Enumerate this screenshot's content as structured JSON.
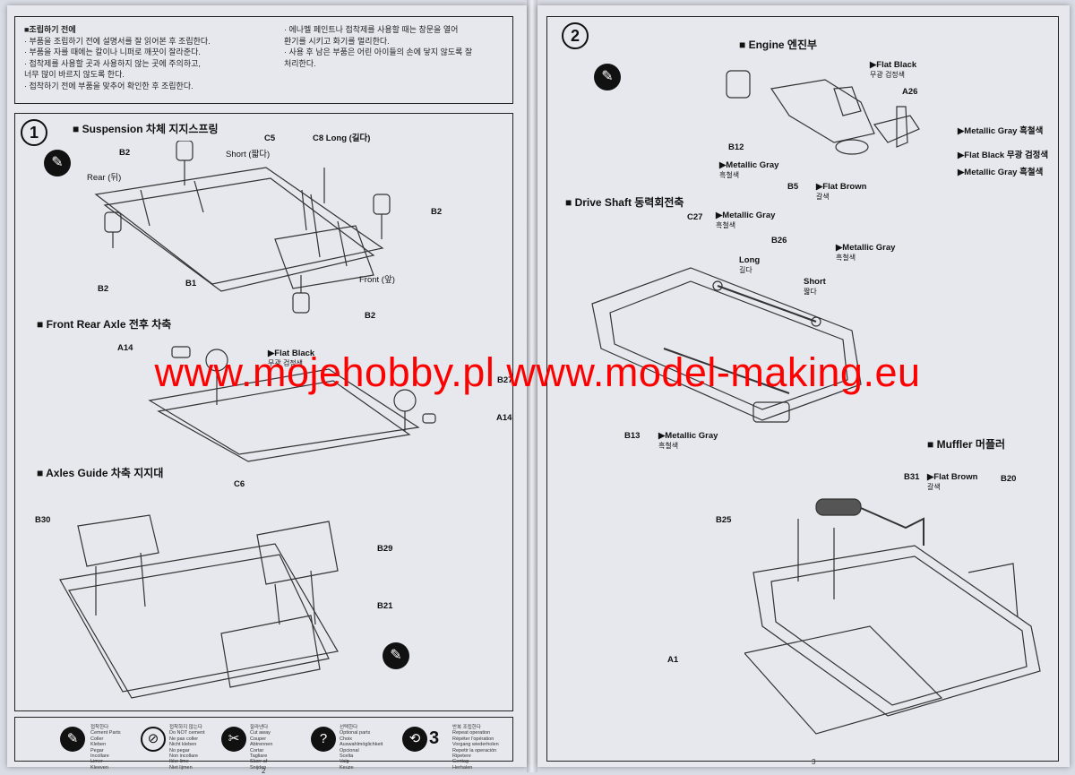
{
  "notes": {
    "heading": "■조립하기 전에",
    "left_lines": [
      "· 부품을 조립하기 전에 설명서를 잘 읽어본 후 조립한다.",
      "· 부품을 자를 때에는 칼이나 니퍼로 깨끗이 잘라준다.",
      "· 접착제를 사용할 곳과 사용하지 않는 곳에 주의하고,",
      "  너무 많이 바르지 않도록 한다.",
      "· 접착하기 전에 부품을 맞추어 확인한 후 조립한다."
    ],
    "right_lines": [
      "· 에나멜 페인트나 접착제를 사용할 때는 창문을 열어",
      "  환기를 시키고 화기를 멀리한다.",
      "· 사용 후 남은 부품은 어린 아이들의 손에 닿지 않도록 잘",
      "  처리한다."
    ]
  },
  "step1": {
    "number": "1",
    "suspension": {
      "title": "■ Suspension 차체 지지스프링",
      "labels": {
        "b2_top": "B2",
        "rear": "Rear (뒤)",
        "short": "Short (짧다)",
        "c5": "C5",
        "c8": "C8 Long (길다)",
        "b2_right": "B2",
        "b2_left": "B2",
        "b1": "B1",
        "front": "Front (앞)",
        "b2_bottom": "B2"
      }
    },
    "axle": {
      "title": "■ Front Rear Axle 전후 차축",
      "labels": {
        "a14_left": "A14",
        "flat_black": "▶Flat Black",
        "flat_black_sub": "무광 검정색",
        "b27": "B27",
        "a14_right": "A14"
      }
    },
    "guide": {
      "title": "■ Axles Guide 차축 지지대",
      "labels": {
        "b30": "B30",
        "c6": "C6",
        "b29": "B29",
        "b21": "B21"
      }
    }
  },
  "step2": {
    "number": "2",
    "engine": {
      "title": "■ Engine 엔진부",
      "labels": {
        "flat_black": "▶Flat Black",
        "flat_black_sub": "무광 검정색",
        "a26": "A26",
        "b12": "B12",
        "metallic_gray_1": "▶Metallic Gray",
        "metallic_gray_1_sub": "흑철색",
        "b5": "B5",
        "flat_brown": "▶Flat Brown",
        "flat_brown_sub": "갈색",
        "metallic_gray_2": "▶Metallic Gray 흑철색",
        "flat_black_2": "▶Flat Black 무광 검정색",
        "metallic_gray_3": "▶Metallic Gray 흑철색"
      }
    },
    "drive": {
      "title": "■ Drive Shaft 동력회전축",
      "labels": {
        "c27": "C27",
        "metallic_gray_a": "▶Metallic Gray",
        "metallic_gray_a_sub": "흑철색",
        "b26": "B26",
        "metallic_gray_b": "▶Metallic Gray",
        "metallic_gray_b_sub": "흑철색",
        "long": "Long",
        "long_sub": "길다",
        "short": "Short",
        "short_sub": "짧다",
        "b13": "B13",
        "metallic_gray_c": "▶Metallic Gray",
        "metallic_gray_c_sub": "흑철색"
      }
    },
    "muffler": {
      "title": "■ Muffler 머플러",
      "labels": {
        "b31": "B31",
        "flat_brown": "▶Flat Brown",
        "flat_brown_sub": "갈색",
        "b20": "B20",
        "b25": "B25",
        "a1": "A1"
      }
    }
  },
  "footer": {
    "items": [
      {
        "icon": "glue-icon",
        "text": "접착한다\nCement Parts\nColler\nKleben\nPegar\nIncollare\nLimer\nKleeven"
      },
      {
        "icon": "no-glue-icon",
        "text": "접착하지 않는다\nDo NOT cement\nNe pas coller\nNicht kleben\nNo pegar\nNon incollare\nIkke lime\nNiet lijmen"
      },
      {
        "icon": "cut-icon",
        "text": "잘라낸다\nCut away\nCouper\nAbtrennen\nCortar\nTagliare\nSkær af\nSnijden"
      },
      {
        "icon": "question-icon",
        "text": "선택한다\nOptional parts\nChoix\nAuswahlmöglichkeit\nOpcional\nScelta\nValg\nKeuze"
      },
      {
        "icon": "repeat-icon",
        "text": "반복 조립한다\nRepeat operation\nRépéter l'opération\nVorgang wiederholen\nRepetir la operación\nRipetere\nGentag\nHerhalen"
      }
    ],
    "repeat_number": "3"
  },
  "page_numbers": {
    "left": "2",
    "right": "3"
  },
  "watermark": "www.mojehobby.pl www.model-making.eu"
}
